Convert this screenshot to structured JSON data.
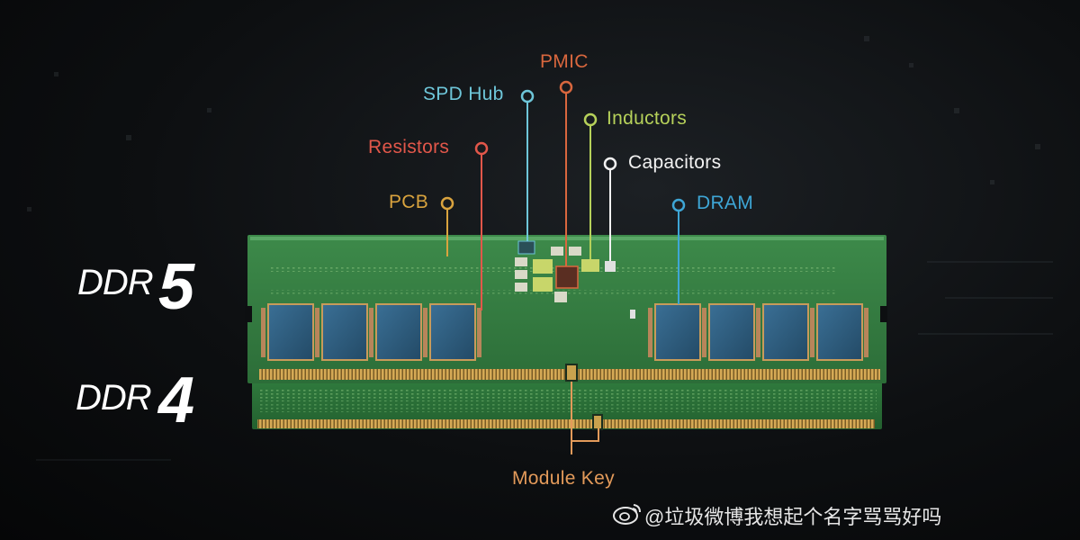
{
  "diagram": {
    "generation_labels": [
      {
        "id": "ddr5",
        "text": "DDR",
        "number": "5"
      },
      {
        "id": "ddr4",
        "text": "DDR",
        "number": "4"
      }
    ],
    "callouts": [
      {
        "id": "pmic",
        "text": "PMIC",
        "color": "#d9673e"
      },
      {
        "id": "spd-hub",
        "text": "SPD Hub",
        "color": "#6ec6d9"
      },
      {
        "id": "inductors",
        "text": "Inductors",
        "color": "#b6d15a"
      },
      {
        "id": "resistors",
        "text": "Resistors",
        "color": "#e2574a"
      },
      {
        "id": "capacitors",
        "text": "Capacitors",
        "color": "#f2f2f2"
      },
      {
        "id": "pcb",
        "text": "PCB",
        "color": "#d9a33e"
      },
      {
        "id": "dram",
        "text": "DRAM",
        "color": "#3ea6d6"
      },
      {
        "id": "module-key",
        "text": "Module Key",
        "color": "#e39a5a"
      }
    ]
  },
  "watermark": {
    "icon": "weibo-icon",
    "text": "@垃圾微博我想起个名字骂骂好吗"
  }
}
